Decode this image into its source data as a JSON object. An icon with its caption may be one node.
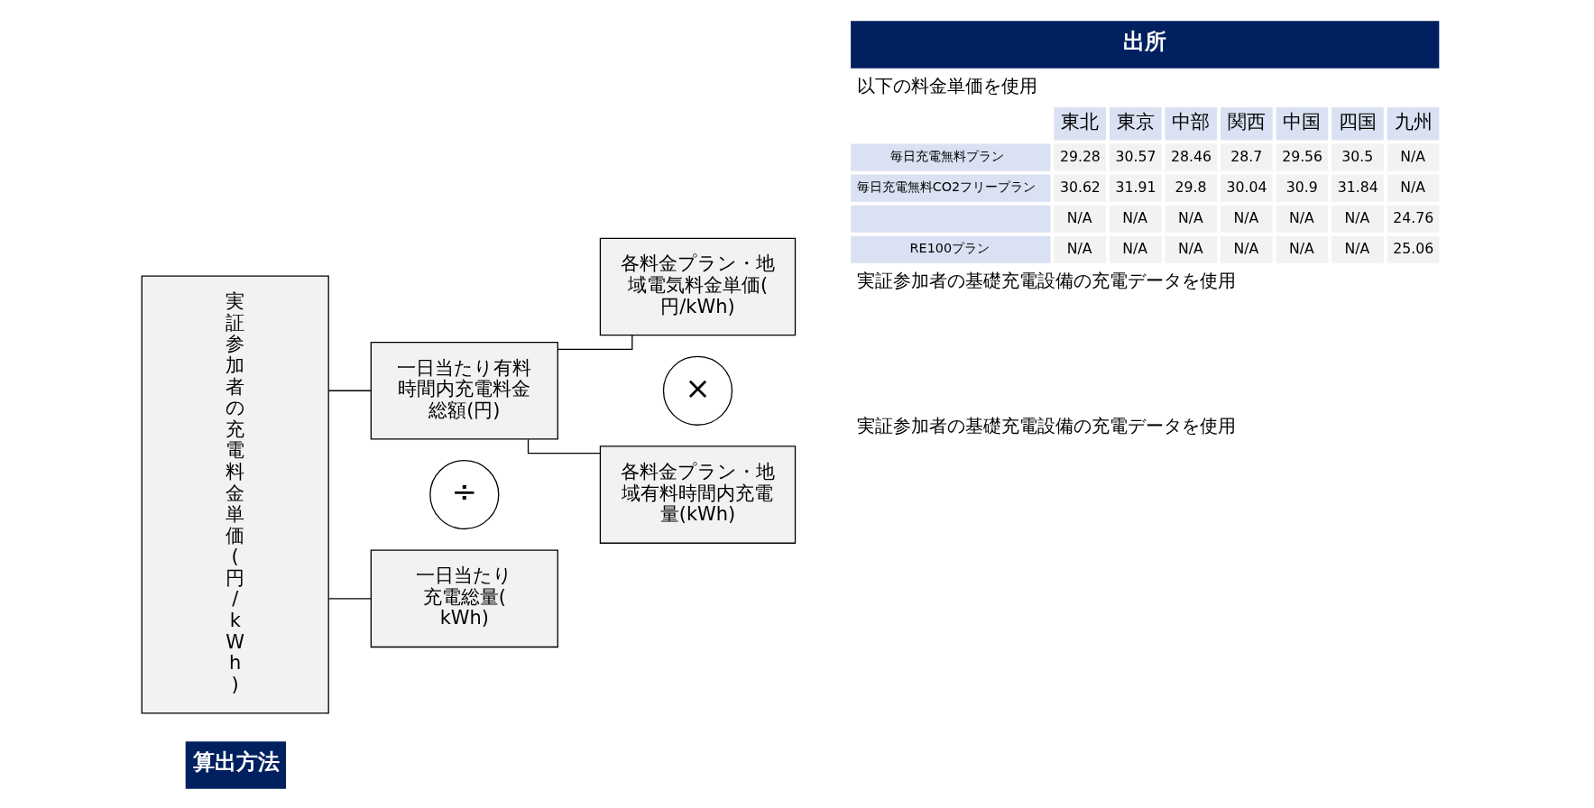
{
  "diagram": {
    "nodes": [
      {
        "text": [
          "実証参加者の充電料金単価(円/kWh)"
        ]
      },
      {
        "text": [
          "一日当たり有料時間内充電料金総額(円)"
        ]
      },
      {
        "text": [
          "÷"
        ]
      },
      {
        "text": [
          "一日当たり充電総量(kWh)"
        ]
      },
      {
        "text": [
          "各料金プラン・地域電気料金単価(円/kWh)"
        ]
      },
      {
        "text": [
          "×"
        ]
      },
      {
        "text": [
          "各料金プラン・地域有料時間内充電量(kWh)"
        ]
      }
    ],
    "edges": [
      {
        "from": 0,
        "to": 1,
        "arrow": "none"
      },
      {
        "from": 0,
        "to": 3,
        "arrow": "none"
      },
      {
        "from": 1,
        "to": 4,
        "arrow": "none"
      },
      {
        "from": 1,
        "to": 6,
        "arrow": "none"
      }
    ],
    "labels": [
      "算出方法",
      "出所",
      "以下の料金単価を使用",
      "東北",
      "東京",
      "中部",
      "関西",
      "中国",
      "四国",
      "九州",
      "毎日充電無料プラン",
      "29.28",
      "30.57",
      "28.46",
      "28.7",
      "29.56",
      "30.5",
      "N/A",
      "毎日充電無料CO2フリープラン",
      "30.62",
      "31.91",
      "29.8",
      "30.04",
      "30.9",
      "31.84",
      "N/A",
      "N/A",
      "N/A",
      "N/A",
      "N/A",
      "N/A",
      "N/A",
      "24.76",
      "RE100プラン",
      "N/A",
      "N/A",
      "N/A",
      "N/A",
      "N/A",
      "N/A",
      "25.06",
      "実証参加者の基礎充電設備の充電データを使用",
      "実証参加者の基礎充電設備の充電データを使用"
    ]
  }
}
